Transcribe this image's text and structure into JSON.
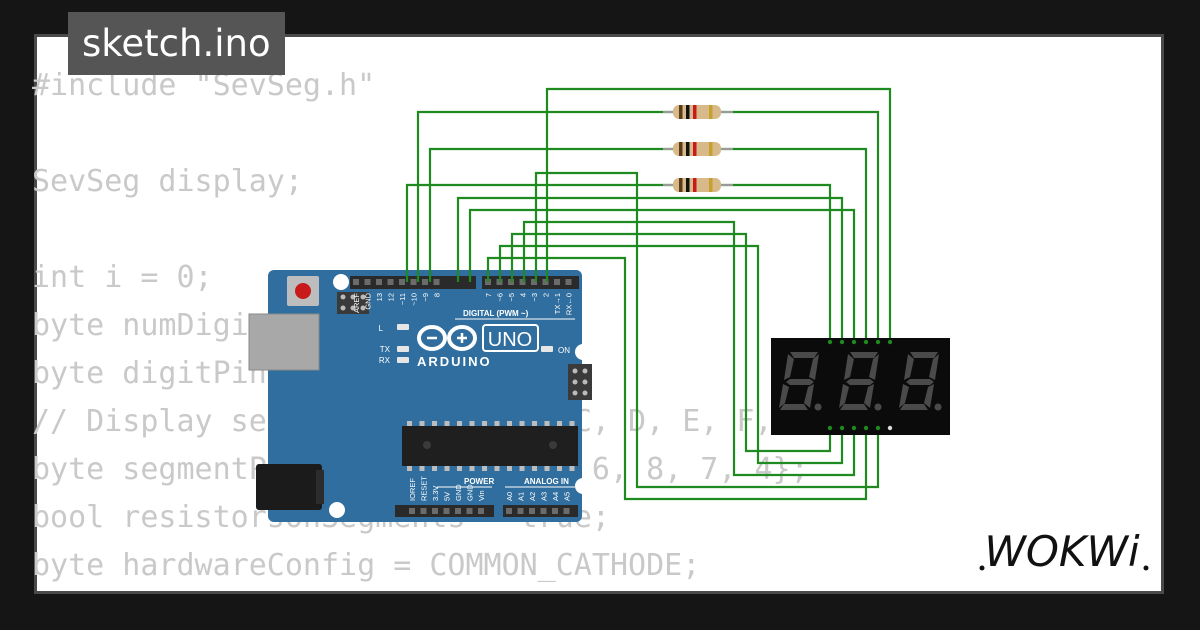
{
  "tab": {
    "label": "sketch.ino"
  },
  "code_lines": [
    "#include \"SevSeg.h\"",
    "",
    "SevSeg display;",
    "",
    "int i = 0;",
    "byte numDigits = 4;",
    "byte digitPins[] = {10, 11};",
    "// Display segment pins A, B, C, D, E, F, G, DP",
    "byte segmentPins[] = {2, 3, 5, 6, 8, 7, 4};",
    "bool resistorsOnSegments = true;",
    "byte hardwareConfig = COMMON_CATHODE;"
  ],
  "board": {
    "brand": "ARDUINO",
    "model": "UNO",
    "digital_label": "DIGITAL (PWM ~)",
    "on_label": "ON",
    "led_labels": [
      "L",
      "TX",
      "RX"
    ],
    "power_label": "POWER",
    "analog_label": "ANALOG IN",
    "top_pins_a": [
      "AREF",
      "GND",
      "13",
      "12",
      "~11",
      "~10",
      "~9",
      "8"
    ],
    "top_pins_b": [
      "7",
      "~6",
      "~5",
      "4",
      "~3",
      "2",
      "TX→1",
      "RX←0"
    ],
    "bottom_pins_power": [
      "IOREF",
      "RESET",
      "3.3V",
      "5V",
      "GND",
      "GND",
      "Vin"
    ],
    "bottom_pins_analog": [
      "A0",
      "A1",
      "A2",
      "A3",
      "A4",
      "A5"
    ]
  },
  "display": {
    "digits": 3,
    "segment_color": "#4a4a4a"
  },
  "colors": {
    "wire": "#1f8a1f",
    "board": "#2f6e9e",
    "background": "#151515"
  },
  "logo": {
    "text": "WOKWi"
  }
}
